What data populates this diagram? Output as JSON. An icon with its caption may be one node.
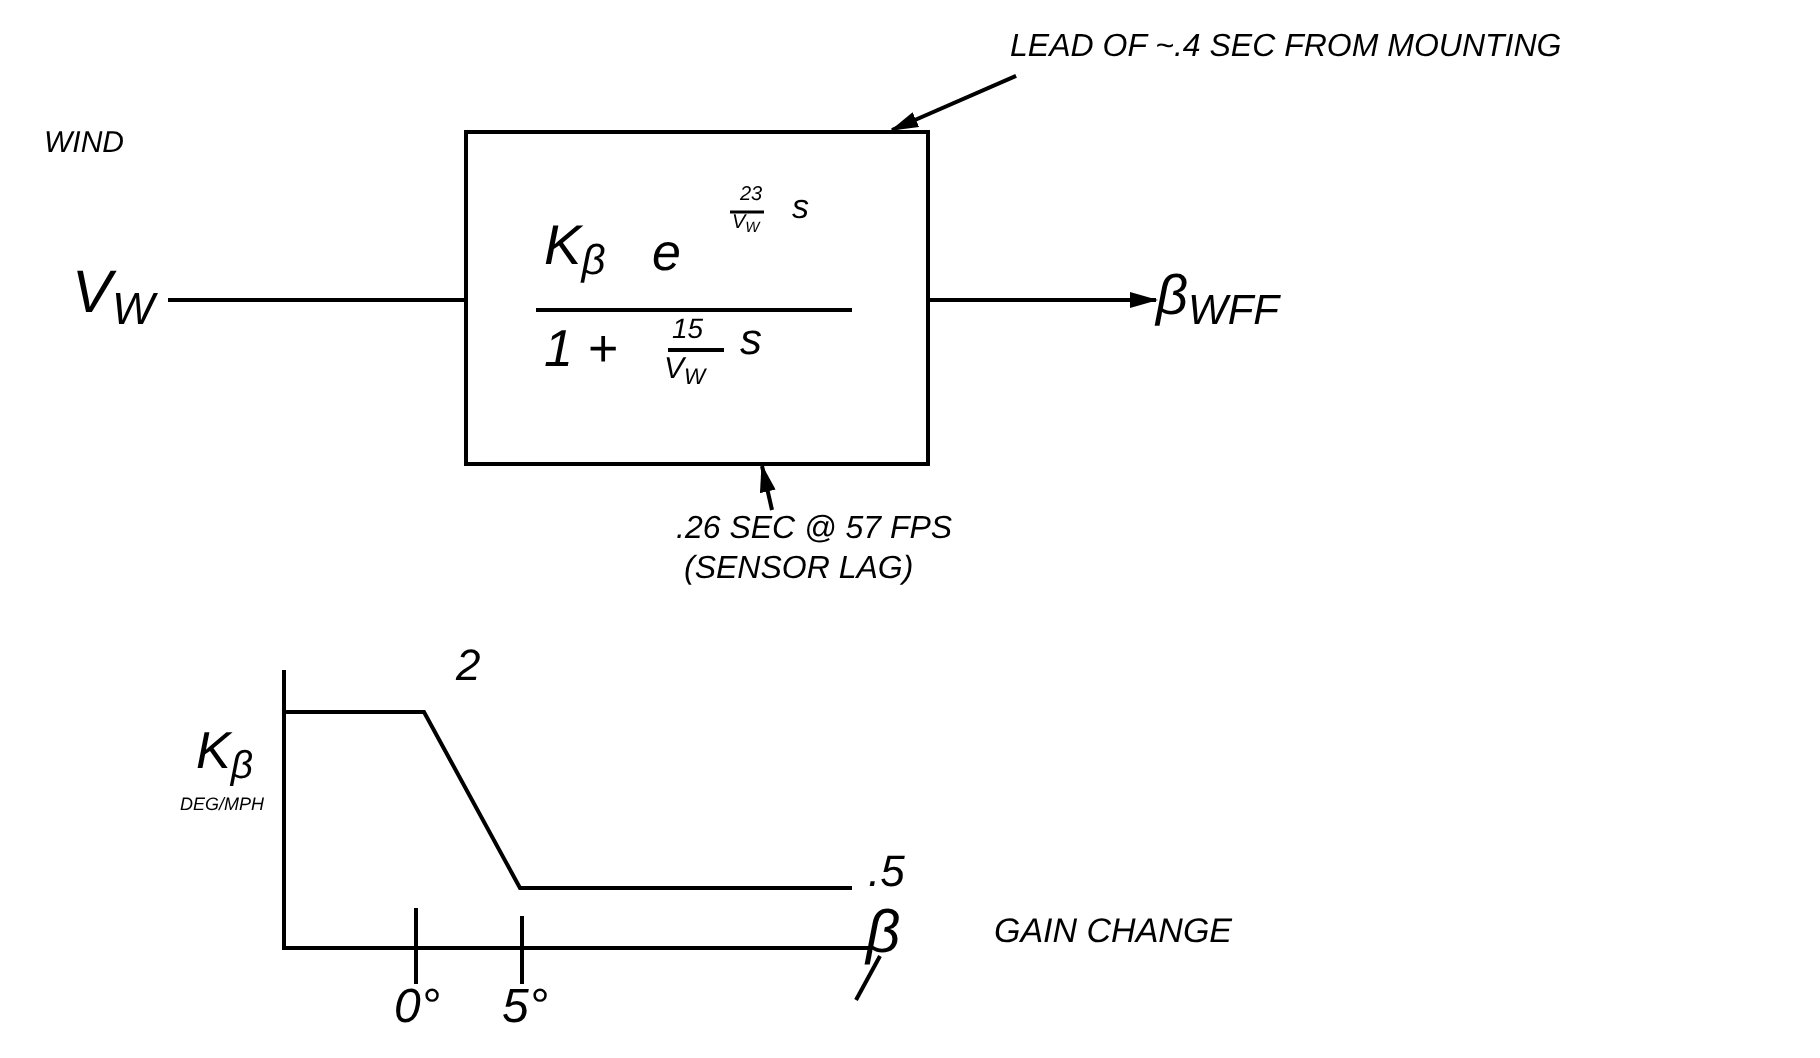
{
  "diagram": {
    "nodes": [
      {
        "text": [
          "V$_{W}$"
        ]
      },
      {
        "text": [
          "K$_{β}$",
          "e",
          "23",
          "V$_{W}$",
          "s",
          "1 +",
          "15",
          "V$_{W}$",
          "s"
        ]
      },
      {
        "text": [
          "β$_{WFF}$"
        ]
      },
      {
        "text": [
          "LEAD OF ~.4 SEC FROM MOUNTING"
        ]
      },
      {
        "text": [
          ".26 SEC @ 57 FPS",
          "(SENSOR LAG)"
        ]
      }
    ],
    "edges": [
      {
        "from": 0,
        "to": 1,
        "arrow": "none"
      },
      {
        "from": 1,
        "to": 2,
        "arrow": "to"
      },
      {
        "from": 3,
        "to": 1,
        "arrow": "to"
      },
      {
        "from": 4,
        "to": 1,
        "arrow": "to"
      }
    ],
    "labels": [
      "WIND",
      "K$_{β}$",
      "DEG/MPH",
      "2",
      ".5",
      "β",
      "GAIN CHANGE",
      "0°",
      "5°"
    ]
  }
}
